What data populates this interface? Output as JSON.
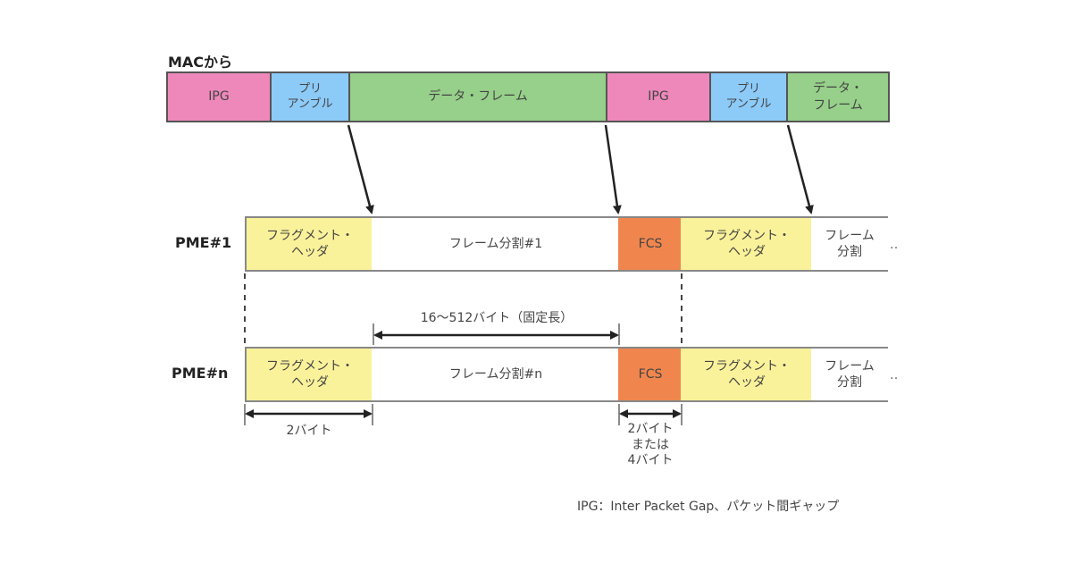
{
  "mac_label": "MACから",
  "top_row": [
    {
      "id": "ipg-1",
      "label": "IPG",
      "kind": "ipg"
    },
    {
      "id": "preamble-1",
      "label": "プリ\nアンブル",
      "kind": "preamble"
    },
    {
      "id": "data-frame-1",
      "label": "データ・フレーム",
      "kind": "data"
    },
    {
      "id": "ipg-2",
      "label": "IPG",
      "kind": "ipg"
    },
    {
      "id": "preamble-2",
      "label": "プリ\nアンブル",
      "kind": "preamble"
    },
    {
      "id": "data-frame-2",
      "label": "データ・\nフレーム",
      "kind": "data"
    }
  ],
  "rows": [
    {
      "label": "PME#1",
      "blocks": [
        {
          "label": "フラグメント・\nヘッダ",
          "kind": "fragment-header"
        },
        {
          "label": "フレーム分割#1",
          "kind": "segment"
        },
        {
          "label": "FCS",
          "kind": "fcs"
        },
        {
          "label": "フラグメント・\nヘッダ",
          "kind": "fragment-header"
        },
        {
          "label": "フレーム\n分割",
          "kind": "segment"
        }
      ],
      "continuation": "‥"
    },
    {
      "label": "PME#n",
      "blocks": [
        {
          "label": "フラグメント・\nヘッダ",
          "kind": "fragment-header"
        },
        {
          "label": "フレーム分割#n",
          "kind": "segment"
        },
        {
          "label": "FCS",
          "kind": "fcs"
        },
        {
          "label": "フラグメント・\nヘッダ",
          "kind": "fragment-header"
        },
        {
          "label": "フレーム\n分割",
          "kind": "segment"
        }
      ],
      "continuation": "‥"
    }
  ],
  "dimensions": {
    "segment_size": "16〜512バイト（固定長）",
    "header_size": "2バイト",
    "fcs_size": "2バイト\nまたは\n4バイト"
  },
  "note": "IPG：Inter Packet Gap、パケット間ギャップ",
  "colors": {
    "ipg": "#ee88bb",
    "preamble": "#8ccaf8",
    "data": "#96d08a",
    "fragment_header": "#faf29a",
    "fcs": "#f0864e",
    "segment": "#ffffff"
  }
}
